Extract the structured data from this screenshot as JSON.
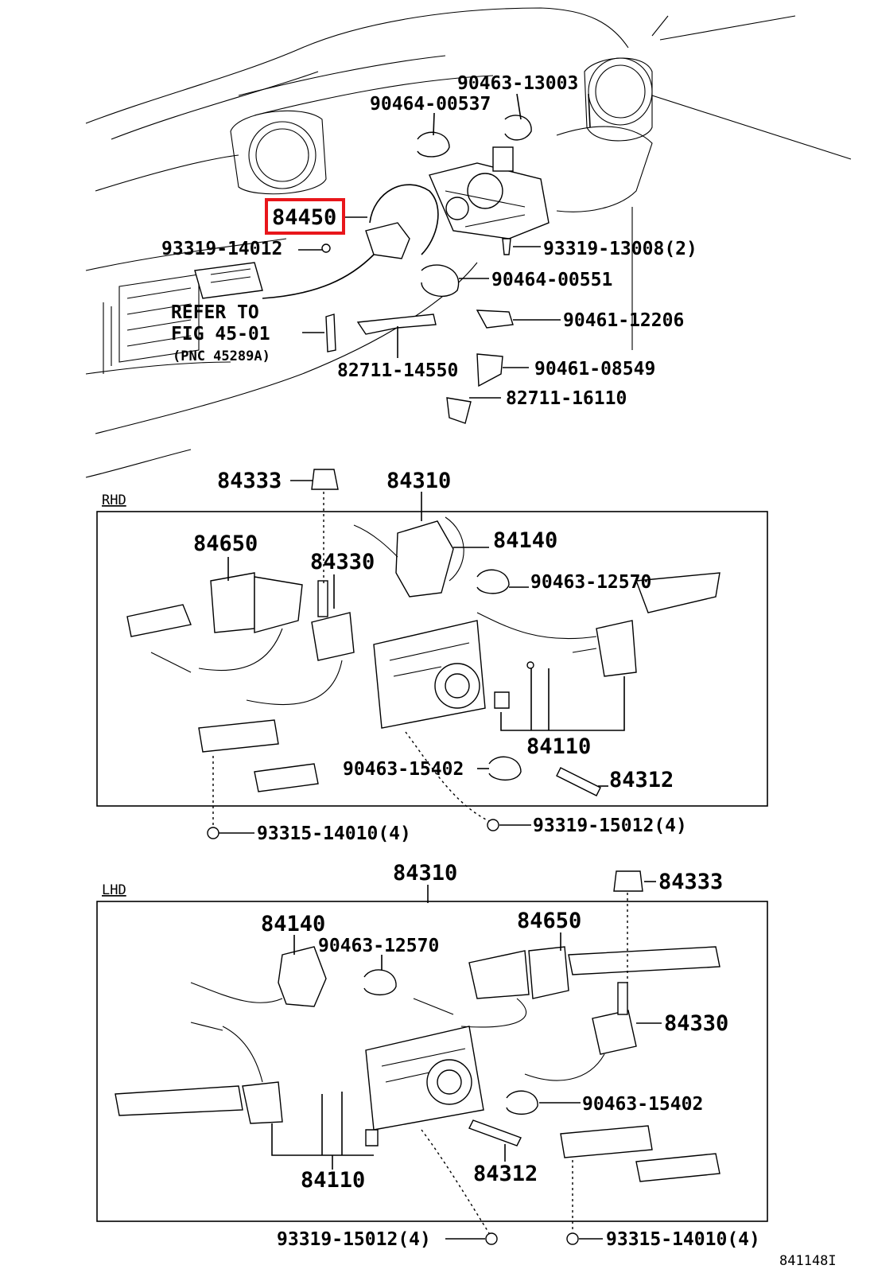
{
  "diagram": {
    "highlighted_part": "84450",
    "figure_id": "841148I",
    "top_labels": {
      "p90463_13003": "90463-13003",
      "p90464_00537": "90464-00537",
      "p84450": "84450",
      "p93319_14012": "93319-14012",
      "p93319_13008": "93319-13008(2)",
      "p90464_00551": "90464-00551",
      "refer_line1": "REFER TO",
      "refer_line2": "FIG 45-01",
      "refer_line3": "(PNC 45289A)",
      "p90461_12206": "90461-12206",
      "p82711_14550": "82711-14550",
      "p90461_08549": "90461-08549",
      "p82711_16110": "82711-16110"
    },
    "rhd": {
      "section_label": "RHD",
      "p84333": "84333",
      "p84310": "84310",
      "p84650": "84650",
      "p84140": "84140",
      "p84330": "84330",
      "p90463_12570": "90463-12570",
      "p84110": "84110",
      "p90463_15402": "90463-15402",
      "p84312": "84312",
      "p93315_14010": "93315-14010(4)",
      "p93319_15012": "93319-15012(4)"
    },
    "lhd": {
      "section_label": "LHD",
      "p84310": "84310",
      "p84333": "84333",
      "p84140": "84140",
      "p84650": "84650",
      "p90463_12570": "90463-12570",
      "p84330": "84330",
      "p90463_15402": "90463-15402",
      "p84110": "84110",
      "p84312": "84312",
      "p93319_15012": "93319-15012(4)",
      "p93315_14010": "93315-14010(4)"
    }
  }
}
